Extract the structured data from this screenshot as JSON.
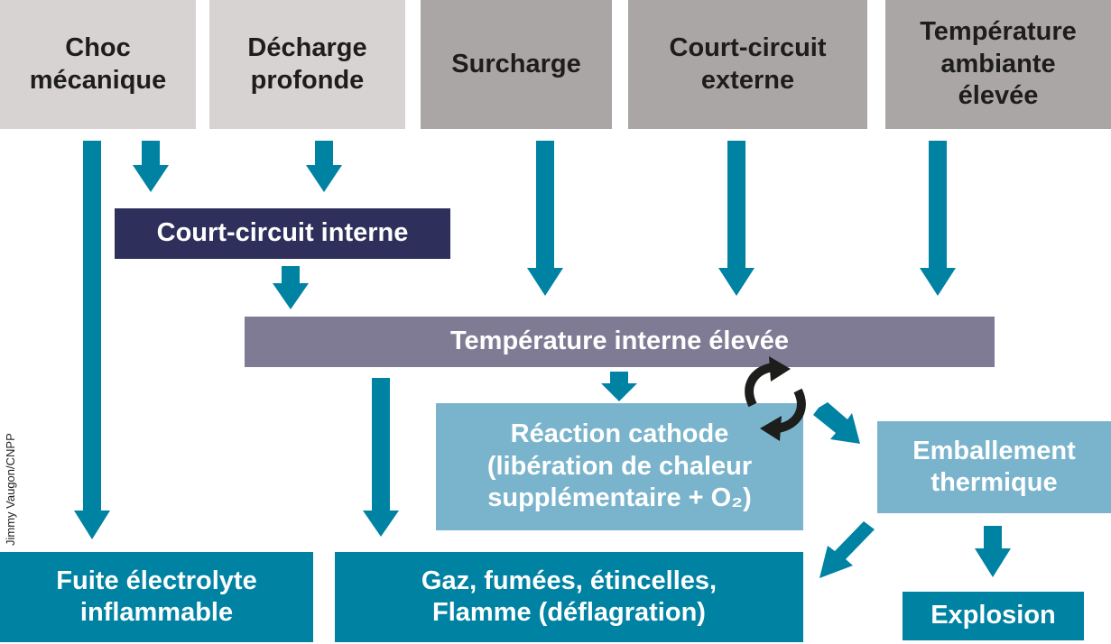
{
  "causes": {
    "choc": "Choc\nmécanique",
    "decharge": "Décharge\nprofonde",
    "surcharge": "Surcharge",
    "court_circuit_externe": "Court-circuit\nexterne",
    "temperature_ambiante": "Température\nambiante\nélevée"
  },
  "court_circuit_interne": "Court-circuit interne",
  "temperature_interne": "Température interne élevée",
  "reaction_cathode": "Réaction cathode\n(libération de chaleur\nsupplémentaire + O₂)",
  "emballement": "Emballement\nthermique",
  "outcomes": {
    "fuite": "Fuite électrolyte\ninflammable",
    "gaz": "Gaz, fumées, étincelles,\nFlamme (déflagration)",
    "explosion": "Explosion"
  },
  "credit": "Jimmy Vaugon/CNPP",
  "colors": {
    "arrow": "#0082a2",
    "cycle_arrow": "#1d1d1b",
    "light_gray": "#d7d3d2",
    "mid_gray": "#aaa6a5",
    "navy": "#2e2f5b",
    "purple": "#7f7b95",
    "sky_blue": "#79b4cc",
    "teal": "#0082a2"
  }
}
